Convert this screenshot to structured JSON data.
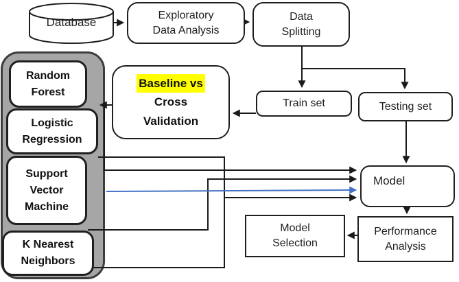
{
  "diagram_title": "machine-learning-pipeline-flowchart",
  "colors": {
    "highlight_yellow": "#FFFF00",
    "blue_connector": "#4472C4",
    "cluster_fill": "#A6A6A6",
    "line_black": "#1A1A1A",
    "box_fill": "#FFFFFF"
  },
  "nodes": {
    "database": {
      "label": "Database",
      "shape": "cylinder"
    },
    "eda": {
      "lines": [
        "Exploratory",
        "Data Analysis"
      ]
    },
    "data_splitting": {
      "lines": [
        "Data",
        "Splitting"
      ]
    },
    "train_set": {
      "label": "Train set"
    },
    "testing_set": {
      "label": "Testing set"
    },
    "baseline": {
      "highlighted_line": "Baseline vs",
      "lines": [
        "Cross",
        "Validation"
      ]
    },
    "model": {
      "label": "Model"
    },
    "performance_analysis": {
      "lines": [
        "Performance",
        "Analysis"
      ]
    },
    "model_selection": {
      "lines": [
        "Model",
        "Selection"
      ]
    },
    "algorithms": [
      {
        "lines": [
          "Random",
          "Forest"
        ]
      },
      {
        "lines": [
          "Logistic",
          "Regression"
        ]
      },
      {
        "lines": [
          "Support",
          "Vector",
          "Machine"
        ]
      },
      {
        "lines": [
          "K Nearest",
          "Neighbors"
        ]
      }
    ]
  }
}
